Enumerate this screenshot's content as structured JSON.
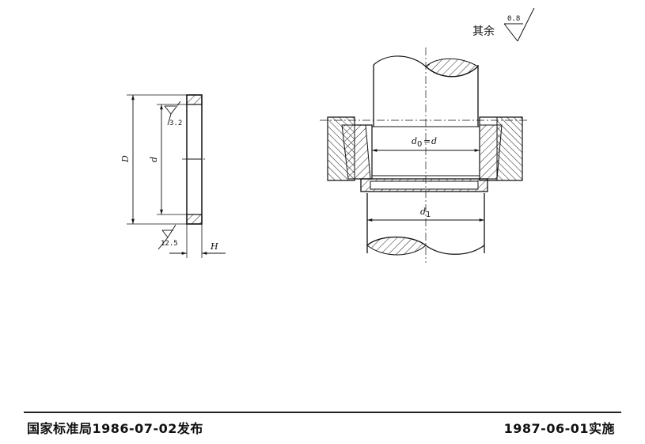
{
  "roughness_note": {
    "label": "其余",
    "value": "0.8"
  },
  "washer_view": {
    "dimension_outer": "D",
    "dimension_inner": "d",
    "dimension_thickness": "H",
    "roughness_bore": "3.2",
    "roughness_face": "12.5"
  },
  "assembly_view": {
    "dimension_d0": "d",
    "dimension_d0_prefix": "0",
    "dimension_d1": "1"
  },
  "footer": {
    "issued": "国家标准局1986-07-02发布",
    "effective": "1987-06-01实施"
  }
}
